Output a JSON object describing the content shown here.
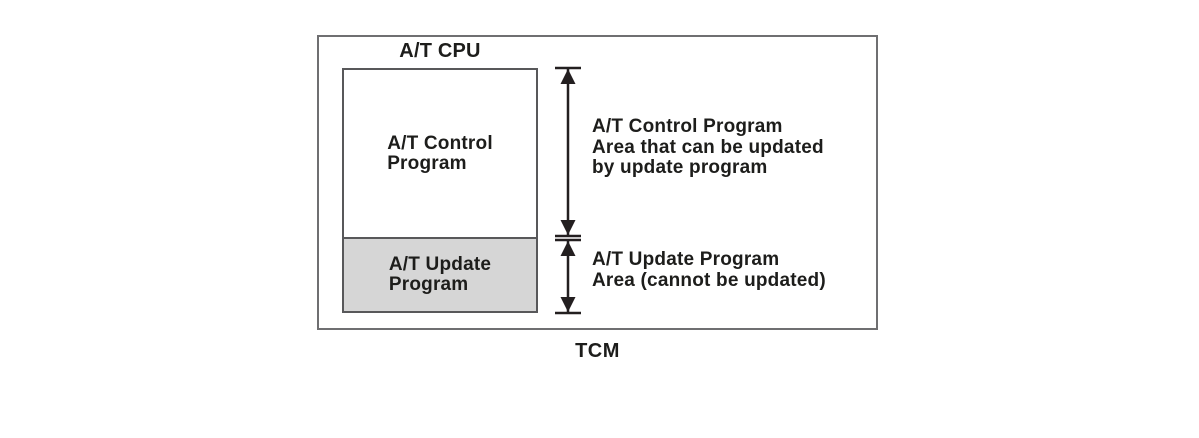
{
  "diagram": {
    "title": "A/T CPU",
    "footer": "TCM",
    "blocks": {
      "control": "A/T Control\nProgram",
      "update": "A/T Update\nProgram"
    },
    "notes": {
      "control": "A/T Control Program\nArea that can be updated\nby update program",
      "update": "A/T Update Program\nArea (cannot be updated)"
    },
    "colors": {
      "background": "#ffffff",
      "outer_border": "#6f6f71",
      "inner_border": "#58585a",
      "update_block_fill": "#d6d6d6",
      "arrow": "#231f20",
      "text": "#1d1d1b"
    }
  }
}
